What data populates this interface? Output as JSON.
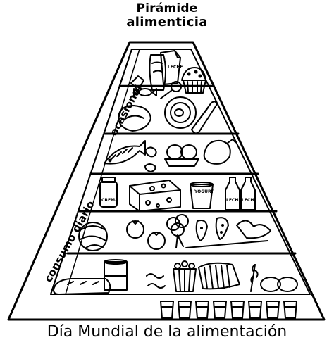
{
  "poster": {
    "title_line1": "Pirámide",
    "title_line2": "alimenticia",
    "footer": "Día Mundial de la alimentación",
    "side_label_top": "ocasional",
    "side_label_bottom": "consumo diario"
  },
  "product_labels": {
    "milk_carton": "LECHE",
    "cream_jar": "CREMA",
    "yogurt_cup": "YOGURT",
    "milk_bottle_left": "LECHE",
    "milk_bottle_right": "LECHE"
  },
  "tiers": [
    {
      "name": "sweets-fats",
      "items": [
        "sugar-sack-icon",
        "milk-carton-icon",
        "candy-icon",
        "lollipop-icon",
        "muffin-icon",
        "jar-icon"
      ]
    },
    {
      "name": "meats",
      "items": [
        "steak-icon",
        "sausage-icon",
        "ham-icon"
      ]
    },
    {
      "name": "proteins",
      "items": [
        "fish-icon",
        "peanuts-icon",
        "eggs-icon",
        "chicken-icon"
      ]
    },
    {
      "name": "dairy",
      "items": [
        "cream-jar-icon",
        "cheese-icon",
        "yogurt-icon",
        "milk-bottles-icon"
      ]
    },
    {
      "name": "fruits-vegetables",
      "items": [
        "cabbage-icon",
        "tomatoes-icon",
        "broccoli-icon",
        "strawberries-icon",
        "greens-icon"
      ]
    },
    {
      "name": "cereals",
      "items": [
        "bread-loaf-icon",
        "cans-icon",
        "popcorn-icon",
        "sliced-bread-icon",
        "wheat-icon",
        "potatoes-icon"
      ]
    }
  ],
  "water": {
    "glass_count": 8
  }
}
